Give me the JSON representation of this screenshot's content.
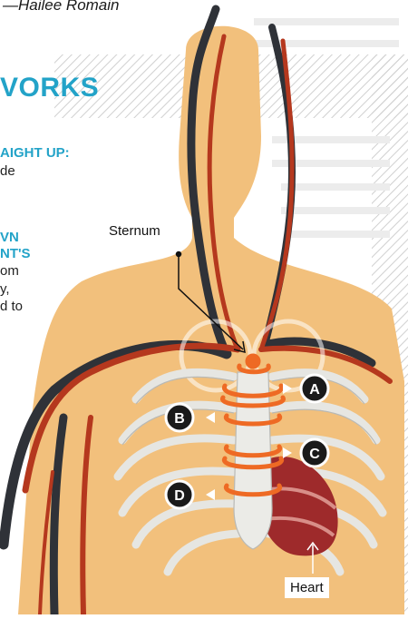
{
  "byline": "—Hailee Romain",
  "heading_fragment": "VORKS",
  "side_text": [
    {
      "text": "AIGHT UP:",
      "style": "head"
    },
    {
      "text": "de",
      "style": "body"
    },
    {
      "text": "VN",
      "style": "head"
    },
    {
      "text": "NT'S",
      "style": "head"
    },
    {
      "text": "om",
      "style": "body"
    },
    {
      "text": "y,",
      "style": "body"
    },
    {
      "text": "d to",
      "style": "body"
    }
  ],
  "labels": {
    "sternum": "Sternum",
    "heart": "Heart"
  },
  "markers": [
    {
      "letter": "A"
    },
    {
      "letter": "B"
    },
    {
      "letter": "C"
    },
    {
      "letter": "D"
    }
  ],
  "colors": {
    "skin": "#f2c07c",
    "bone": "#e6e6e2",
    "artery": "#b5381e",
    "vein": "#2f3238",
    "accent_text": "#23a3c8",
    "coil": "#ee6a24",
    "heart": "#9e2a2b",
    "marker": "#1a1a1a"
  }
}
